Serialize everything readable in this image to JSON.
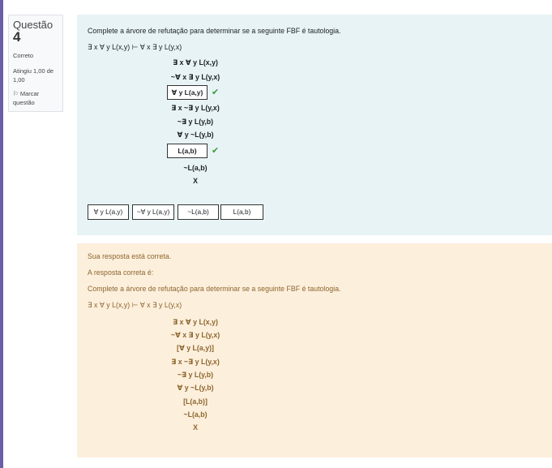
{
  "question": {
    "label": "Questão",
    "number": "4",
    "state": "Correto",
    "grade": "Atingiu 1,00 de 1,00",
    "flag_label": "Marcar questão"
  },
  "formulation": {
    "text": "Complete a árvore de refutação para determinar se a seguinte FBF é tautologia.",
    "fbf": "∃ x ∀ y L(x,y) ⊢ ∀ x ∃ y L(y,x)",
    "tree": [
      "∃ x ∀ y L(x,y)",
      "~∀ x ∃ y L(y,x)",
      "∀ y L(a,y)",
      "∃ x ~∃ y L(y,x)",
      "~∃ y L(y,b)",
      "∀ y ~L(y,b)",
      "L(a,b)",
      "~L(a,b)",
      "X"
    ],
    "check_icon": "✔",
    "choices": [
      "∀ y L(a,y)",
      "~∀ y L(a,y)",
      "~L(a,b)",
      "L(a,b)"
    ]
  },
  "feedback": {
    "status": "Sua resposta está correta.",
    "correct_intro": "A resposta correta é:",
    "text": "Complete a árvore de refutação para determinar se a seguinte FBF é tautologia.",
    "fbf": "∃ x ∀ y L(x,y) ⊢ ∀ x ∃ y L(y,x)",
    "tree": [
      "∃ x ∀ y L(x,y)",
      "~∀ x ∃ y L(y,x)",
      "[∀ y L(a,y)]",
      "∃ x ~∃ y L(y,x)",
      "~∃ y L(y,b)",
      "∀ y ~L(y,b)",
      "[L(a,b)]",
      "~L(a,b)",
      "X"
    ]
  },
  "colors": {
    "formulation_bg": "#e7f3f5",
    "feedback_bg": "#fcefdc",
    "feedback_text": "#8e662e",
    "correct_green": "#3c9b3c"
  }
}
